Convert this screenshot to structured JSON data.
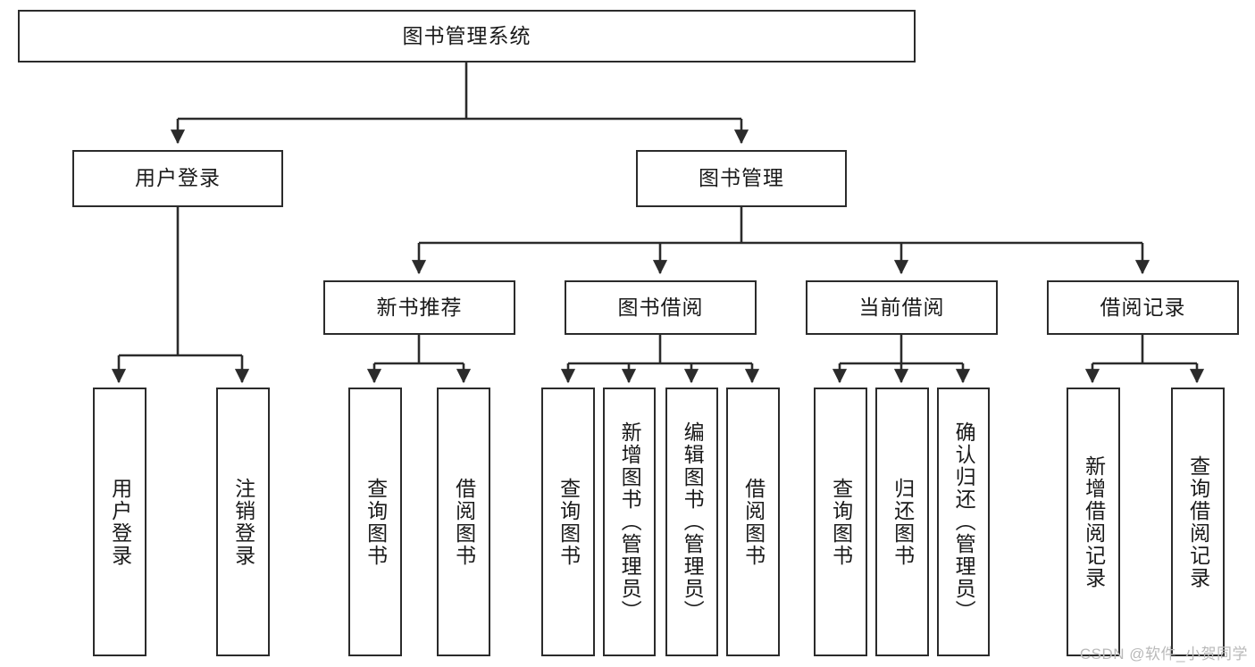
{
  "diagram": {
    "title": "图书管理系统",
    "type": "tree-hierarchy-diagram",
    "colors": {
      "border": "#2b2b2b",
      "background": "#ffffff",
      "text": "#1a1a1a",
      "watermark": "#b9b9b9"
    },
    "levels": {
      "root": {
        "label": "图书管理系统"
      },
      "level2": [
        {
          "label": "用户登录"
        },
        {
          "label": "图书管理"
        }
      ],
      "level3": [
        {
          "label": "新书推荐"
        },
        {
          "label": "图书借阅"
        },
        {
          "label": "当前借阅"
        },
        {
          "label": "借阅记录"
        }
      ],
      "leaves": {
        "user_login": [
          {
            "label": "用户登录"
          },
          {
            "label": "注销登录"
          }
        ],
        "new_book_recommend": [
          {
            "label": "查询图书"
          },
          {
            "label": "借阅图书"
          }
        ],
        "book_borrow": [
          {
            "label": "查询图书"
          },
          {
            "label": "新增图书（管理员）"
          },
          {
            "label": "编辑图书（管理员）"
          },
          {
            "label": "借阅图书"
          }
        ],
        "current_borrow": [
          {
            "label": "查询图书"
          },
          {
            "label": "归还图书"
          },
          {
            "label": "确认归还（管理员）"
          }
        ],
        "borrow_records": [
          {
            "label": "新增借阅记录"
          },
          {
            "label": "查询借阅记录"
          }
        ]
      }
    }
  },
  "watermark": {
    "text": "CSDN @软件_小贺同学"
  }
}
